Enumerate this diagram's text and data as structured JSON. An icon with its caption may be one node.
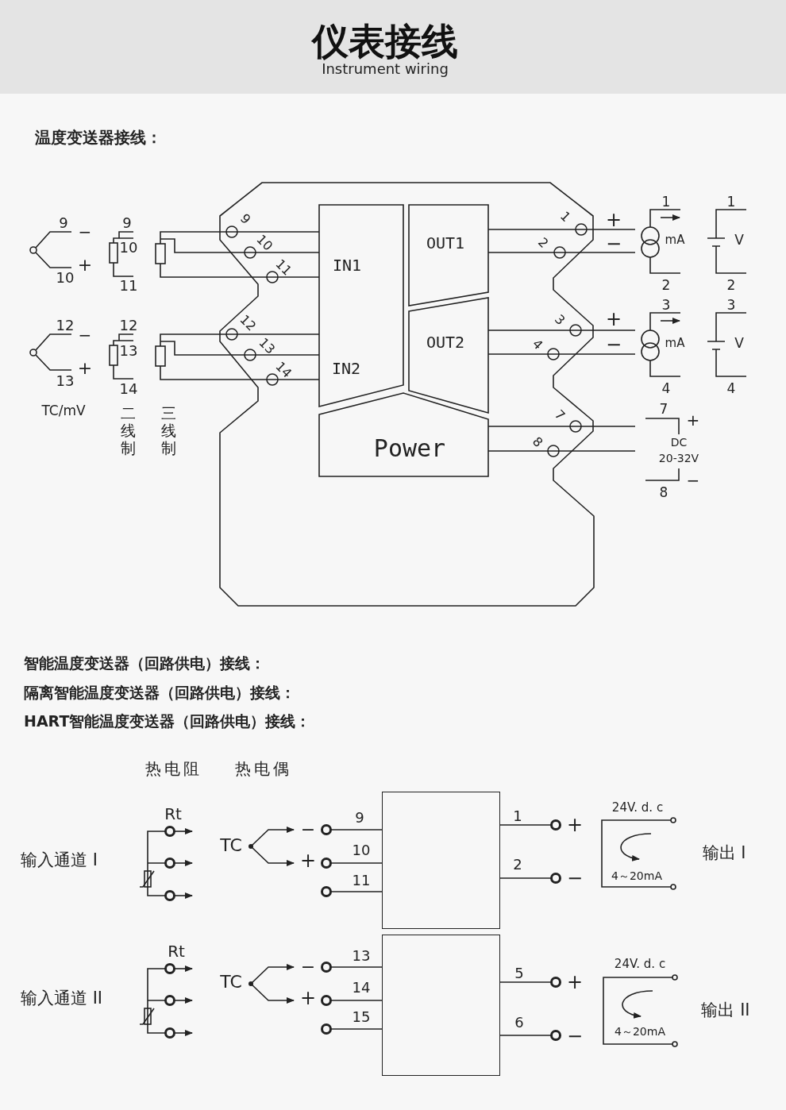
{
  "diagram": {
    "title": "仪表接线",
    "nodes": [
      {
        "text": [],
        "shape": "box"
      },
      {
        "text": [
          "IN1",
          "IN2"
        ],
        "in": 0
      },
      {
        "text": [
          "OUT1"
        ],
        "in": 0
      },
      {
        "text": [
          "OUT2"
        ],
        "in": 0
      },
      {
        "text": [
          "Power"
        ],
        "in": 0
      },
      {
        "text": [],
        "shape": "box"
      },
      {
        "text": [],
        "shape": "box"
      }
    ],
    "labels": [
      "Instrument wiring",
      "温度变送器接线：",
      "9",
      "−",
      "10",
      "+",
      "12",
      "−",
      "13",
      "+",
      "TC/mV",
      "9",
      "10",
      "11",
      "12",
      "13",
      "14",
      "二线制",
      "三线制",
      "9",
      "10",
      "11",
      "12",
      "13",
      "14",
      "1",
      "2",
      "3",
      "4",
      "7",
      "8",
      "+",
      "−",
      "1",
      "mA",
      "2",
      "1",
      "V",
      "2",
      "+",
      "−",
      "3",
      "mA",
      "4",
      "3",
      "V",
      "4",
      "7",
      "+",
      "DC",
      "20-32V",
      "−",
      "8",
      "智能温度变送器（回路供电）接线：",
      "隔离智能温度变送器（回路供电）接线：",
      "HART智能温度变送器（回路供电）接线：",
      "热电阻",
      "热电偶",
      "Rt",
      "输入通道 I",
      "TC",
      "−",
      "+",
      "9",
      "10",
      "11",
      "1",
      "+",
      "2",
      "−",
      "24V. d. c",
      "4～20mA",
      "输出 I",
      "Rt",
      "输入通道 II",
      "TC",
      "−",
      "+",
      "13",
      "14",
      "15",
      "5",
      "+",
      "6",
      "−",
      "24V. d. c",
      "4～20mA",
      "输出 II"
    ]
  }
}
